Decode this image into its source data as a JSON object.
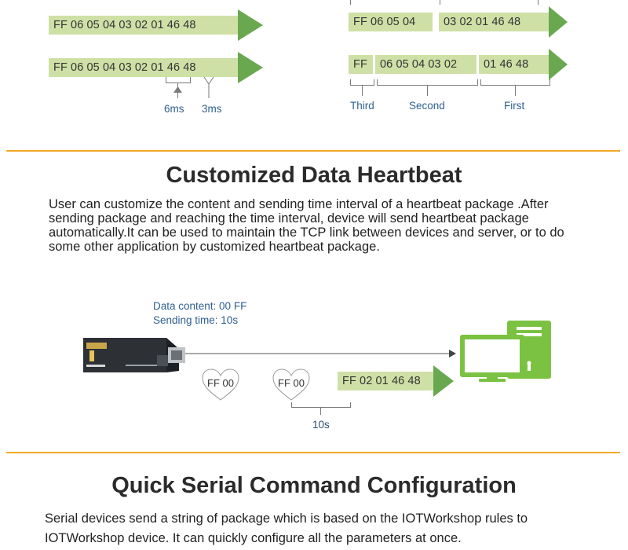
{
  "top_left": {
    "packet1": "FF 06 05 04 03 02 01 46 48",
    "packet2": "FF 06 05 04 03 02 01 46 48",
    "label_6ms": "6ms",
    "label_3ms": "3ms"
  },
  "top_right": {
    "row1_seg1": "FF 06 05 04",
    "row1_seg2": "03 02 01 46 48",
    "row2_seg1": "FF",
    "row2_seg2": "06 05 04 03 02",
    "row2_seg3": "01 46 48",
    "label_third": "Third",
    "label_second": "Second",
    "label_first": "First"
  },
  "heartbeat": {
    "title": "Customized Data Heartbeat",
    "description": "User can customize the content and sending time interval of a heartbeat package .After sending package and reaching the time interval, device will send heartbeat package automatically.It can be used to maintain the TCP link between devices and server, or to do some other application by customized heartbeat package.",
    "data_content": "Data content: 00 FF",
    "sending_time": "Sending time: 10s",
    "heart1": "FF 00",
    "heart2": "FF 00",
    "packet": "FF 02 01 46 48",
    "interval": "10s"
  },
  "serial": {
    "title": "Quick Serial Command Configuration",
    "description": "Serial devices send a string of package which is based on the IOTWorkshop rules to IOTWorkshop device. It can quickly configure all the parameters at once."
  },
  "colors": {
    "arrow_green": "#6aa84f",
    "packet_bg": "#cfe0a6",
    "divider_orange": "#f3a826",
    "label_blue": "#2e5f8f",
    "pc_green": "#7cc242"
  }
}
